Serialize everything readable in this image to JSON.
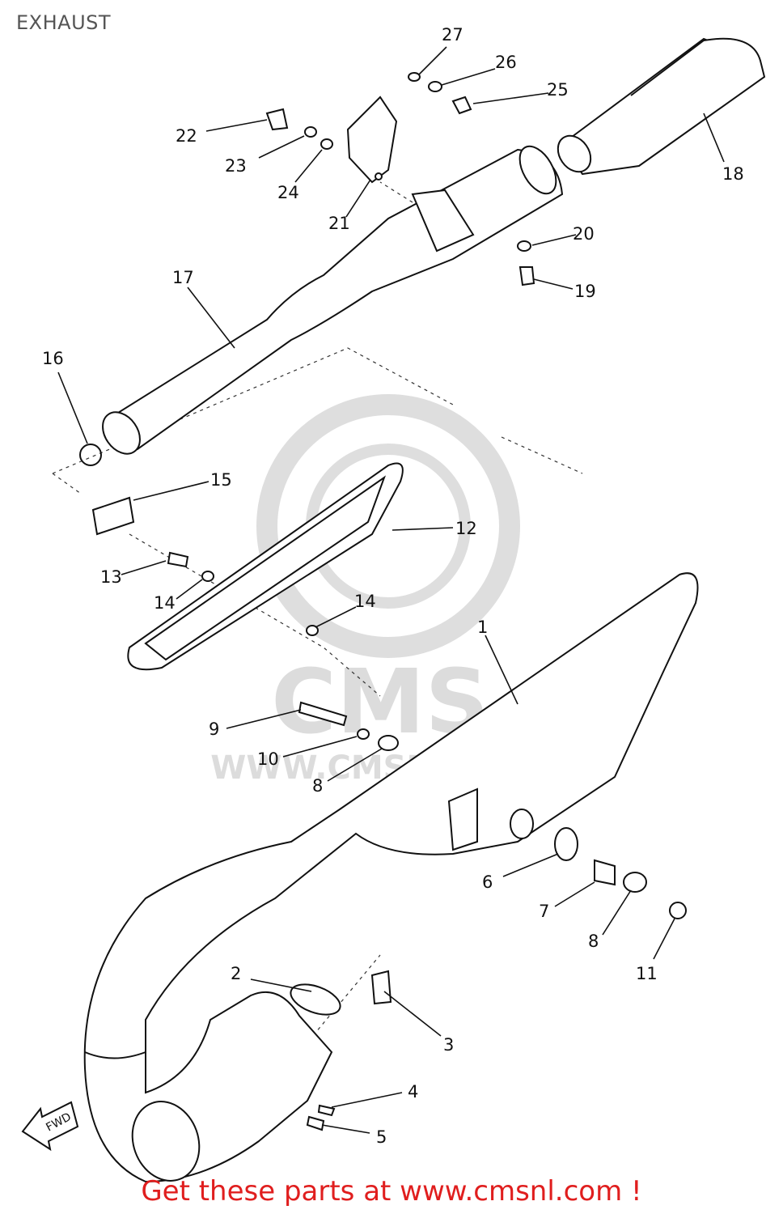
{
  "header": {
    "title": "EXHAUST"
  },
  "watermark": {
    "brand": "CMS",
    "url": "WWW.CMSNL.COM"
  },
  "fwd_label": "FWD",
  "parts": [
    {
      "num": "1"
    },
    {
      "num": "2"
    },
    {
      "num": "3"
    },
    {
      "num": "4"
    },
    {
      "num": "5"
    },
    {
      "num": "6"
    },
    {
      "num": "7"
    },
    {
      "num": "8"
    },
    {
      "num": "8"
    },
    {
      "num": "9"
    },
    {
      "num": "10"
    },
    {
      "num": "11"
    },
    {
      "num": "12"
    },
    {
      "num": "13"
    },
    {
      "num": "14"
    },
    {
      "num": "14"
    },
    {
      "num": "15"
    },
    {
      "num": "16"
    },
    {
      "num": "17"
    },
    {
      "num": "18"
    },
    {
      "num": "19"
    },
    {
      "num": "20"
    },
    {
      "num": "21"
    },
    {
      "num": "22"
    },
    {
      "num": "23"
    },
    {
      "num": "24"
    },
    {
      "num": "25"
    },
    {
      "num": "26"
    },
    {
      "num": "27"
    }
  ],
  "footer": {
    "cta": "Get these parts at www.cmsnl.com !"
  },
  "colors": {
    "line": "#111111",
    "cta": "#e01e1e",
    "watermark": "#dcdcdc"
  }
}
